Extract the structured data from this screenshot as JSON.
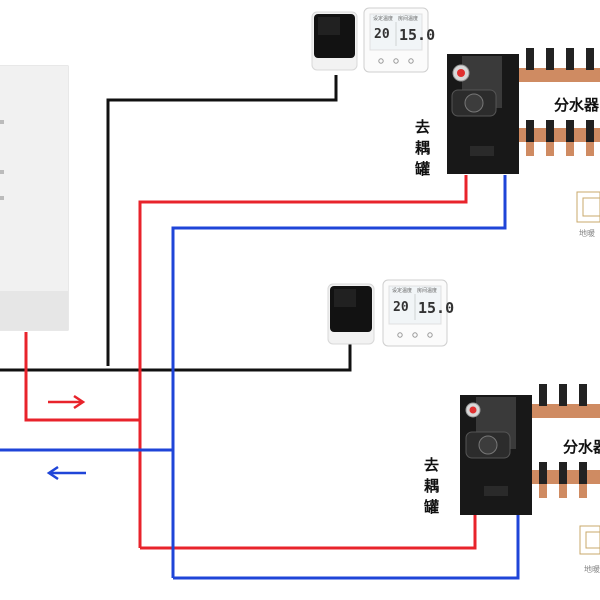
{
  "zones": [
    {
      "thermostat": {
        "set_temp": "20",
        "room_temp": "15.0",
        "label_left": "设定温度",
        "label_right": "房间温度"
      },
      "separator_label": [
        "去",
        "耦",
        "罐"
      ],
      "manifold_label": "分水器",
      "loop_label": "地暖"
    },
    {
      "thermostat": {
        "set_temp": "20",
        "room_temp": "15.0",
        "label_left": "设定温度",
        "label_right": "房间温度"
      },
      "separator_label": [
        "去",
        "耦",
        "罐"
      ],
      "manifold_label": "分水器",
      "loop_label": "地暖"
    }
  ],
  "boiler_label": "",
  "colors": {
    "supply": "#e8232b",
    "return": "#1f45d8",
    "control": "#111111",
    "copper": "#cf8b62"
  }
}
